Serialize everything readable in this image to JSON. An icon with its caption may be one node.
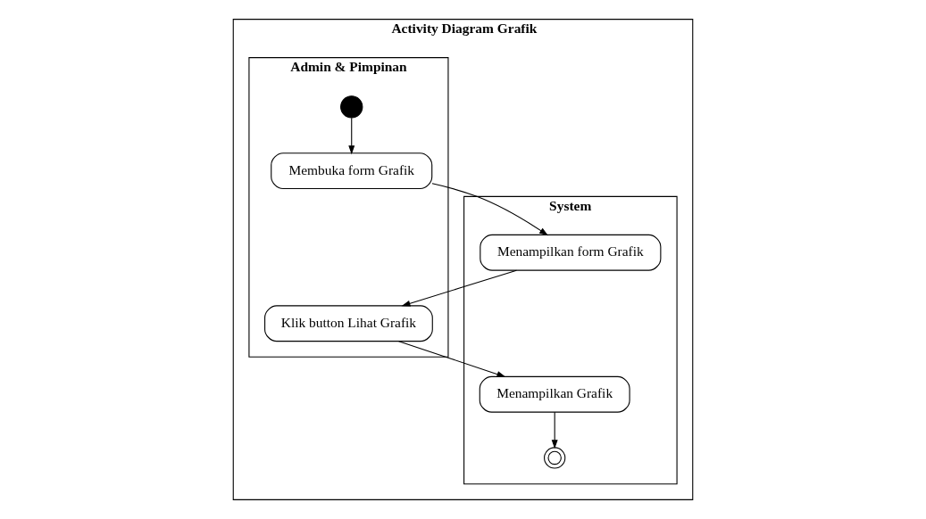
{
  "diagram": {
    "nodes": [
      {
        "text": [
          "Activity Diagram Grafik"
        ]
      },
      {
        "text": [
          "Admin & Pimpinan"
        ],
        "in": 0
      },
      {
        "text": [
          "System"
        ],
        "in": 0
      },
      {
        "text": [],
        "shape": "dot",
        "in": 1
      },
      {
        "text": [
          "Membuka form Grafik"
        ],
        "in": 1
      },
      {
        "text": [
          "Menampilkan form Grafik"
        ],
        "in": 2
      },
      {
        "text": [
          "Klik button Lihat Grafik"
        ],
        "in": 1
      },
      {
        "text": [
          "Menampilkan Grafik"
        ],
        "in": 2
      },
      {
        "text": [],
        "shape": "bullseye",
        "in": 2
      }
    ],
    "edges": [
      {
        "from": 3,
        "to": 4,
        "arrow": "to"
      },
      {
        "from": 4,
        "to": 5,
        "arrow": "to"
      },
      {
        "from": 5,
        "to": 6,
        "arrow": "to"
      },
      {
        "from": 6,
        "to": 7,
        "arrow": "to"
      },
      {
        "from": 7,
        "to": 8,
        "arrow": "to"
      }
    ]
  }
}
